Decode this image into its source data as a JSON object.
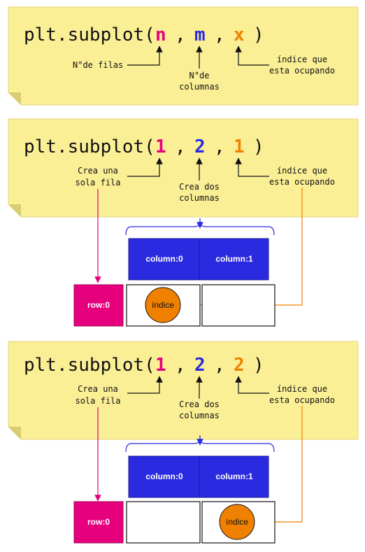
{
  "colors": {
    "note_bg": "#fbef96",
    "n_color": "#e6007e",
    "m_color": "#2a2ae0",
    "x_color": "#f08000",
    "column_fill": "#2a2ae0",
    "row_fill": "#e6007e",
    "dot_fill": "#f08000"
  },
  "panels": [
    {
      "code": {
        "prefix": "plt.subplot(",
        "a1": "n",
        "a2": "m",
        "a3": "x",
        "sep": ",",
        "close": ")"
      },
      "labels": {
        "rows": "N°de filas",
        "cols_line1": "N°de",
        "cols_line2": "columnas",
        "idx_line1": "índice que",
        "idx_line2": "esta ocupando"
      }
    },
    {
      "code": {
        "prefix": "plt.subplot(",
        "a1": "1",
        "a2": "2",
        "a3": "1",
        "sep": ",",
        "close": ")"
      },
      "labels": {
        "rows_line1": "Crea una",
        "rows_line2": "sola fila",
        "cols_line1": "Crea dos",
        "cols_line2": "columnas",
        "idx_line1": "índice que",
        "idx_line2": "esta ocupando"
      },
      "grid": {
        "column0": "column:0",
        "column1": "column:1",
        "row0": "row:0",
        "dot": "índice"
      }
    },
    {
      "code": {
        "prefix": "plt.subplot(",
        "a1": "1",
        "a2": "2",
        "a3": "2",
        "sep": ",",
        "close": ")"
      },
      "labels": {
        "rows_line1": "Crea una",
        "rows_line2": "sola fila",
        "cols_line1": "Crea dos",
        "cols_line2": "columnas",
        "idx_line1": "índice que",
        "idx_line2": "esta ocupando"
      },
      "grid": {
        "column0": "column:0",
        "column1": "column:1",
        "row0": "row:0",
        "dot": "índice"
      }
    }
  ]
}
